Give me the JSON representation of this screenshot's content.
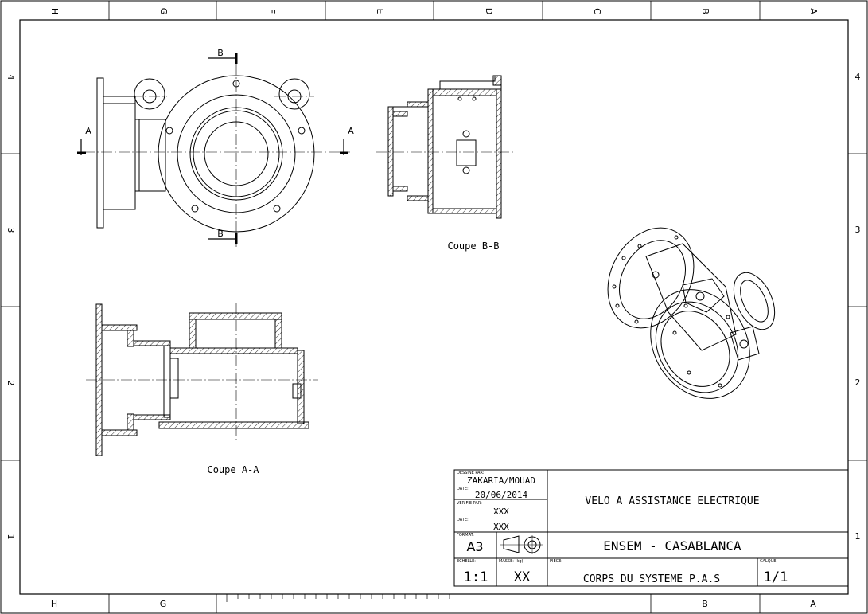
{
  "frame": {
    "columns": [
      "H",
      "G",
      "F",
      "E",
      "D",
      "C",
      "B",
      "A"
    ],
    "rows": [
      "4",
      "3",
      "2",
      "1"
    ]
  },
  "views": {
    "section_bb_label": "Coupe B-B",
    "section_aa_label": "Coupe A-A",
    "cut_a": "A",
    "cut_b": "B"
  },
  "title_block": {
    "drawn_by_label": "DESSINE PAR:",
    "drawn_by": "ZAKARIA/MOUAD",
    "date_label": "DATE:",
    "date": "20/06/2014",
    "verified_by_label": "VERIFIE PAR:",
    "verified_by": "XXX",
    "verified_date_label": "DATE:",
    "verified_date": "XXX",
    "format_label": "FORMAT:",
    "format": "A3",
    "scale_label": "ECHELLE:",
    "scale": "1:1",
    "mass_label": "MASSE: (kg)",
    "mass": "XX",
    "part_label": "PIECE:",
    "part": "CORPS DU SYSTEME P.A.S",
    "sheet_label": "CALQUE:",
    "sheet": "1/1",
    "project": "VELO A ASSISTANCE ELECTRIQUE",
    "school": "ENSEM - CASABLANCA"
  },
  "colors": {
    "line": "#000000",
    "hatch": "#000000",
    "background": "#ffffff"
  }
}
